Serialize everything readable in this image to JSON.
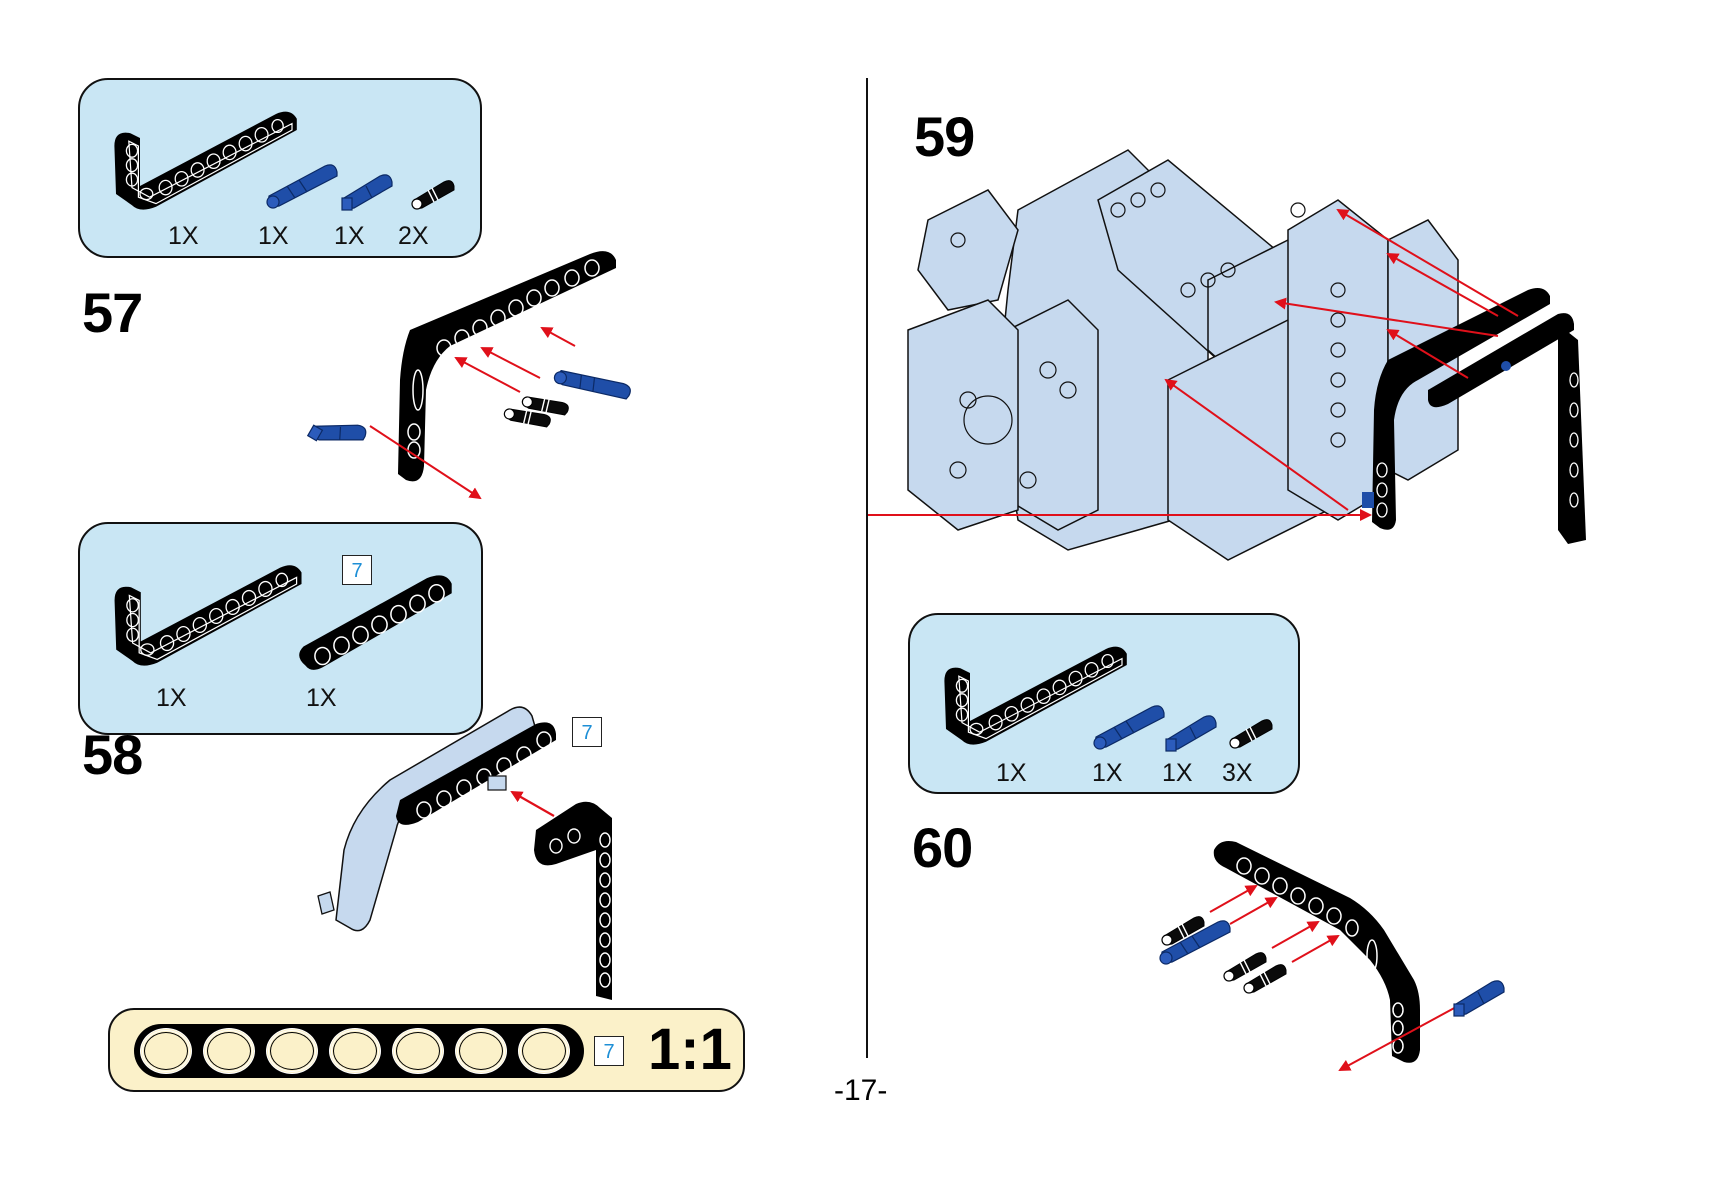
{
  "page": {
    "number": "-17-"
  },
  "colors": {
    "parts_box_bg": "#c9e6f4",
    "ruler_bg": "#fbf1c9",
    "arrow_red": "#e0101a",
    "pin_blue": "#1f4ea8",
    "assembly_light_blue": "#c6d9ee",
    "callout_text": "#1e8fd6"
  },
  "steps": [
    {
      "number": "57",
      "parts": [
        {
          "icon": "l-beam-black-icon",
          "qty": "1X"
        },
        {
          "icon": "long-pin-blue-icon",
          "qty": "1X"
        },
        {
          "icon": "axle-pin-blue-icon",
          "qty": "1X"
        },
        {
          "icon": "friction-pin-black-icon",
          "qty": "2X"
        }
      ]
    },
    {
      "number": "58",
      "parts": [
        {
          "icon": "l-beam-black-icon",
          "qty": "1X"
        },
        {
          "icon": "straight-beam-black-icon",
          "qty": "1X",
          "length_callout": "7"
        }
      ],
      "assembly_callout": "7"
    },
    {
      "number": "59"
    },
    {
      "number": "60",
      "parts": [
        {
          "icon": "l-beam-black-icon",
          "qty": "1X"
        },
        {
          "icon": "long-pin-blue-icon",
          "qty": "1X"
        },
        {
          "icon": "axle-pin-blue-icon",
          "qty": "1X"
        },
        {
          "icon": "friction-pin-black-icon",
          "qty": "3X"
        }
      ]
    }
  ],
  "ruler": {
    "holes": 7,
    "length_callout": "7",
    "scale": "1:1"
  }
}
